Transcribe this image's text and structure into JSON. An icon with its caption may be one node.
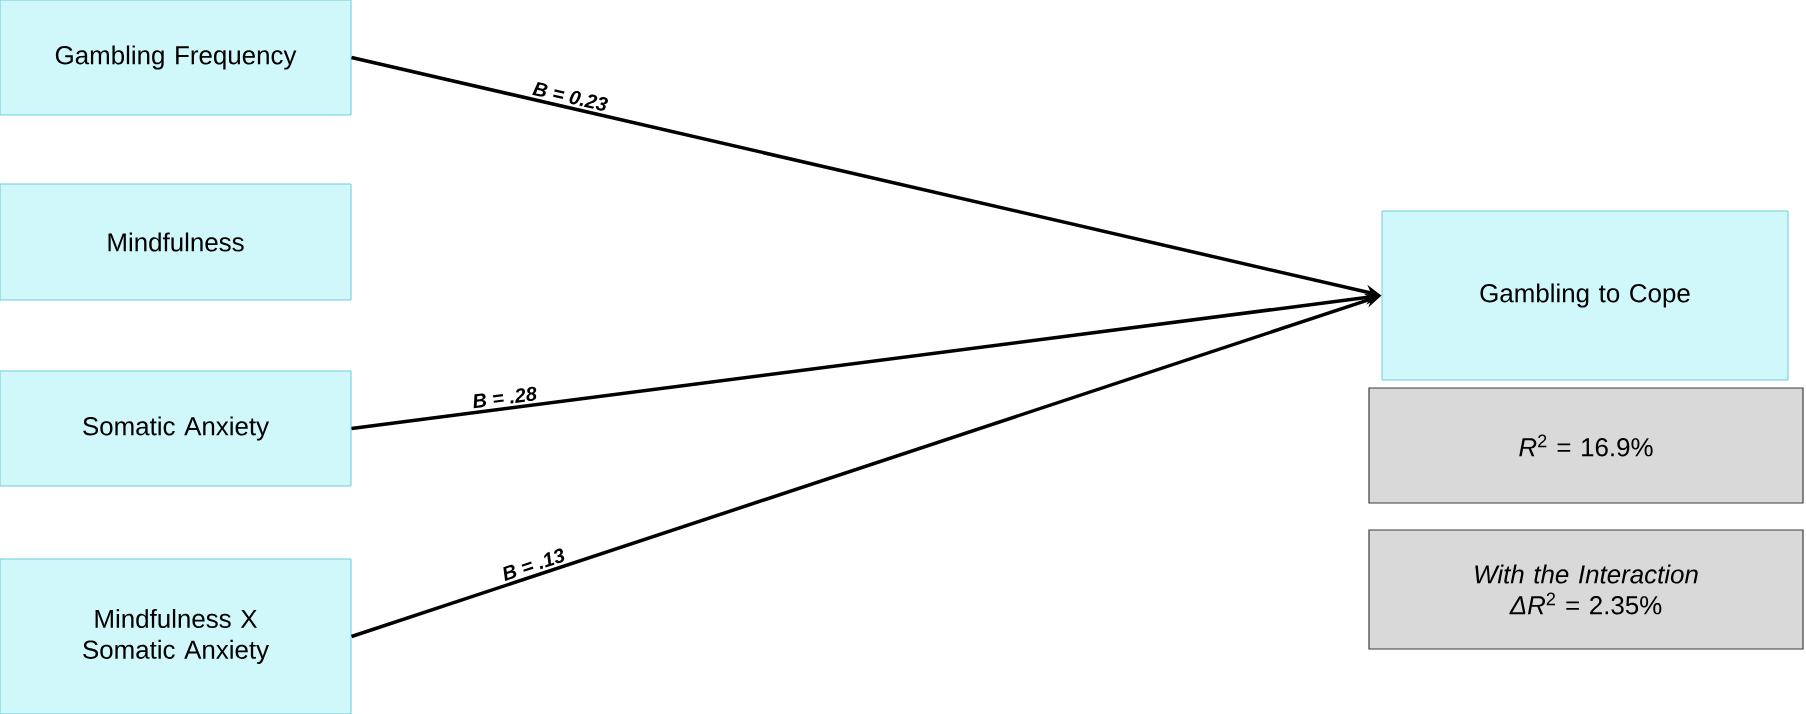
{
  "diagram": {
    "nodes": [
      {
        "text": [
          "Gambling Frequency"
        ]
      },
      {
        "text": [
          "Mindfulness"
        ]
      },
      {
        "text": [
          "Somatic Anxiety"
        ]
      },
      {
        "text": [
          "Mindfulness X Somatic Anxiety"
        ]
      },
      {
        "text": [
          "Gambling to Cope"
        ]
      },
      {
        "text": [
          "*R*$^{2}$ = 16.9%"
        ]
      },
      {
        "text": [
          "With the Interaction",
          "*ΔR*$^{2}$ = 2.35%"
        ]
      }
    ],
    "edges": [
      {
        "from": 0,
        "to": 4,
        "arrow": "to",
        "label": "B = 0.23"
      },
      {
        "from": 2,
        "to": 4,
        "arrow": "to",
        "label": "B = .28"
      },
      {
        "from": 3,
        "to": 4,
        "arrow": "to",
        "label": "B = .13"
      }
    ]
  }
}
